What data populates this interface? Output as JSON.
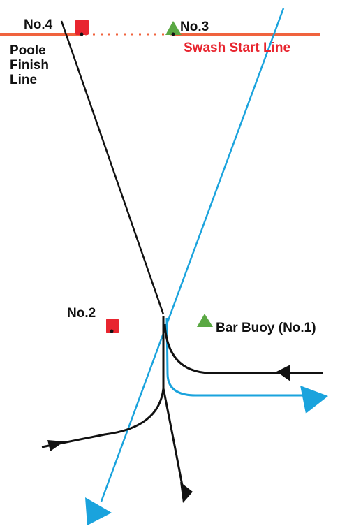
{
  "colors": {
    "finish_line": "#f0633e",
    "start_line": "#f0633e",
    "course_black": "#111111",
    "course_blue": "#1aa3dd",
    "mark_red": "#e8252f",
    "mark_green": "#5aa843",
    "start_label": "#e8252f"
  },
  "labels": {
    "no4": "No.4",
    "no3": "No.3",
    "start_line": "Swash Start Line",
    "finish_line": "Poole Finish Line",
    "bar_buoy": "Bar Buoy (No.1)",
    "no2": "No.2"
  },
  "marks": [
    {
      "id": "no4",
      "shape": "square",
      "color": "red",
      "icon": "red-square-mark-icon"
    },
    {
      "id": "no3",
      "shape": "triangle",
      "color": "green",
      "icon": "green-triangle-mark-icon"
    },
    {
      "id": "bar-buoy",
      "shape": "triangle",
      "color": "green",
      "icon": "green-triangle-mark-icon"
    },
    {
      "id": "no2",
      "shape": "square",
      "color": "red",
      "icon": "red-square-mark-icon"
    }
  ]
}
